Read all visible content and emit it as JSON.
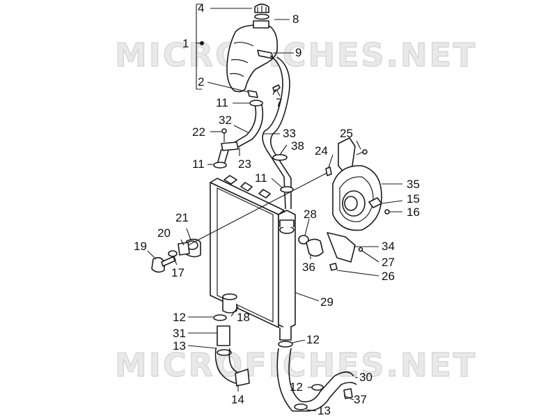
{
  "watermarks": [
    "MICROFICHES.NET",
    "MICROFICHES.NET"
  ],
  "callouts": {
    "p1": "1",
    "p2": "2",
    "p4": "4",
    "p7": "7",
    "p8": "8",
    "p9": "9",
    "p11a": "11",
    "p11b": "11",
    "p11c": "11",
    "p12a": "12",
    "p12b": "12",
    "p12c": "12",
    "p13a": "13",
    "p13b": "13",
    "p14": "14",
    "p15": "15",
    "p16": "16",
    "p17": "17",
    "p18": "18",
    "p19": "19",
    "p20": "20",
    "p21": "21",
    "p22": "22",
    "p23": "23",
    "p24": "24",
    "p25": "25",
    "p26": "26",
    "p27": "27",
    "p28": "28",
    "p29": "29",
    "p30": "30",
    "p31": "31",
    "p32": "32",
    "p33": "33",
    "p34": "34",
    "p35": "35",
    "p36": "36",
    "p37": "37",
    "p38": "38"
  }
}
